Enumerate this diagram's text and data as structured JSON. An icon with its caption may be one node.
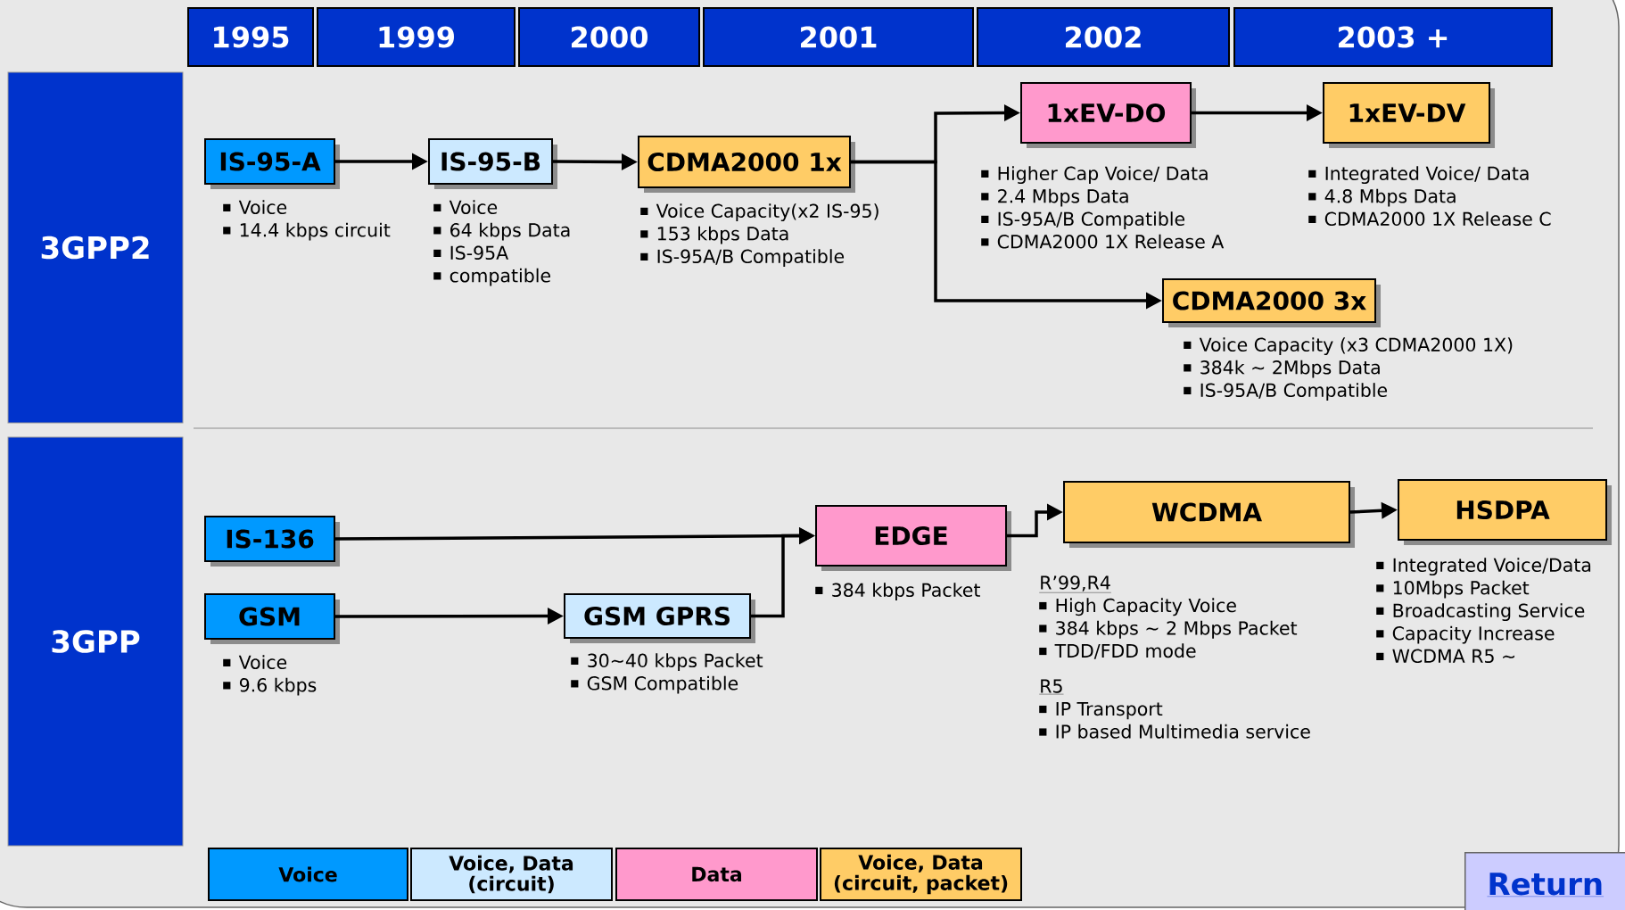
{
  "diagram": {
    "nodes": [
      {
        "text": [
          "1995"
        ]
      },
      {
        "text": [
          "1999"
        ]
      },
      {
        "text": [
          "2000"
        ]
      },
      {
        "text": [
          "2001"
        ]
      },
      {
        "text": [
          "2002"
        ]
      },
      {
        "text": [
          "2003 +"
        ]
      },
      {
        "text": [
          "3GPP2"
        ]
      },
      {
        "text": [
          "3GPP"
        ]
      },
      {
        "text": [
          "IS-95-A"
        ],
        "beside": [
          "Voice",
          "14.4 kbps circuit"
        ]
      },
      {
        "text": [
          "IS-95-B"
        ],
        "beside": [
          "Voice",
          "64 kbps Data",
          "IS-95A",
          "compatible"
        ]
      },
      {
        "text": [
          "CDMA2000 1x"
        ],
        "beside": [
          "Voice Capacity(x2 IS-95)",
          "153 kbps Data",
          "IS-95A/B Compatible"
        ]
      },
      {
        "text": [
          "1xEV-DO"
        ],
        "beside": [
          "Higher Cap Voice/ Data",
          "2.4 Mbps Data",
          "IS-95A/B Compatible",
          "CDMA2000 1X Release A"
        ]
      },
      {
        "text": [
          "1xEV-DV"
        ],
        "beside": [
          "Integrated Voice/ Data",
          "4.8 Mbps Data",
          "CDMA2000 1X Release C"
        ]
      },
      {
        "text": [
          "CDMA2000 3x"
        ],
        "beside": [
          "Voice Capacity (x3 CDMA2000 1X)",
          "384k ~ 2Mbps Data",
          "IS-95A/B Compatible"
        ]
      },
      {
        "text": [
          "IS-136"
        ]
      },
      {
        "text": [
          "GSM"
        ],
        "beside": [
          "Voice",
          "9.6 kbps"
        ]
      },
      {
        "text": [
          "GSM GPRS"
        ],
        "beside": [
          "30~40 kbps Packet",
          "GSM Compatible"
        ]
      },
      {
        "text": [
          "EDGE"
        ],
        "beside": [
          "384 kbps Packet"
        ]
      },
      {
        "text": [
          "WCDMA"
        ],
        "beside": [
          "R’99,R4",
          "High Capacity Voice",
          "384 kbps ~ 2 Mbps Packet",
          "TDD/FDD mode",
          "R5",
          "IP Transport",
          "IP based Multimedia service"
        ]
      },
      {
        "text": [
          "HSDPA"
        ],
        "beside": [
          "Integrated Voice/Data",
          "10Mbps Packet",
          "Broadcasting Service",
          "Capacity Increase",
          "WCDMA R5 ~"
        ]
      }
    ],
    "edges": [
      {
        "from": 8,
        "to": 9,
        "arrow": "to"
      },
      {
        "from": 9,
        "to": 10,
        "arrow": "to"
      },
      {
        "from": 10,
        "to": 11,
        "arrow": "to"
      },
      {
        "from": 10,
        "to": 13,
        "arrow": "to"
      },
      {
        "from": 11,
        "to": 12,
        "arrow": "to"
      },
      {
        "from": 14,
        "to": 17,
        "arrow": "to"
      },
      {
        "from": 15,
        "to": 16,
        "arrow": "to"
      },
      {
        "from": 16,
        "to": 17,
        "arrow": "to"
      },
      {
        "from": 17,
        "to": 18,
        "arrow": "to"
      },
      {
        "from": 18,
        "to": 19,
        "arrow": "to"
      }
    ],
    "labels": [
      "Return"
    ],
    "legend": [
      {
        "text": "Voice",
        "color": "#0099ff"
      },
      {
        "text": "Voice, Data (circuit)",
        "color": "#cce9ff"
      },
      {
        "text": "Data",
        "color": "#ff99cc"
      },
      {
        "text": "Voice, Data (circuit, packet)",
        "color": "#ffcc66"
      }
    ]
  }
}
